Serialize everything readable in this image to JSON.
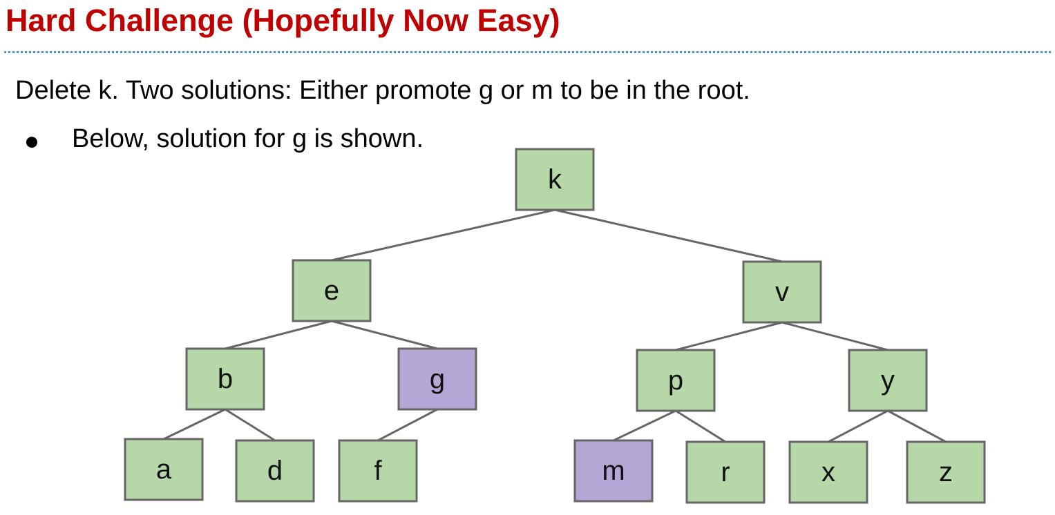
{
  "slide": {
    "title": "Hard Challenge (Hopefully Now Easy)",
    "body_line": "Delete k. Two solutions: Either promote g or m to be in the root.",
    "bullet": "Below, solution for g is shown."
  },
  "colors": {
    "title": "#c00000",
    "rule": "#4a90c8",
    "node_default": "#b6d7a8",
    "node_highlight": "#b4a7d6",
    "stroke": "#666666"
  },
  "tree": {
    "nodes": [
      {
        "id": "k",
        "label": "k",
        "highlight": false
      },
      {
        "id": "e",
        "label": "e",
        "highlight": false
      },
      {
        "id": "v",
        "label": "v",
        "highlight": false
      },
      {
        "id": "b",
        "label": "b",
        "highlight": false
      },
      {
        "id": "g",
        "label": "g",
        "highlight": true
      },
      {
        "id": "p",
        "label": "p",
        "highlight": false
      },
      {
        "id": "y",
        "label": "y",
        "highlight": false
      },
      {
        "id": "a",
        "label": "a",
        "highlight": false
      },
      {
        "id": "d",
        "label": "d",
        "highlight": false
      },
      {
        "id": "f",
        "label": "f",
        "highlight": false
      },
      {
        "id": "m",
        "label": "m",
        "highlight": true
      },
      {
        "id": "r",
        "label": "r",
        "highlight": false
      },
      {
        "id": "x",
        "label": "x",
        "highlight": false
      },
      {
        "id": "z",
        "label": "z",
        "highlight": false
      }
    ],
    "edges": [
      [
        "k",
        "e"
      ],
      [
        "k",
        "v"
      ],
      [
        "e",
        "b"
      ],
      [
        "e",
        "g"
      ],
      [
        "v",
        "p"
      ],
      [
        "v",
        "y"
      ],
      [
        "b",
        "a"
      ],
      [
        "b",
        "d"
      ],
      [
        "g",
        "f"
      ],
      [
        "p",
        "m"
      ],
      [
        "p",
        "r"
      ],
      [
        "y",
        "x"
      ],
      [
        "y",
        "z"
      ]
    ]
  }
}
